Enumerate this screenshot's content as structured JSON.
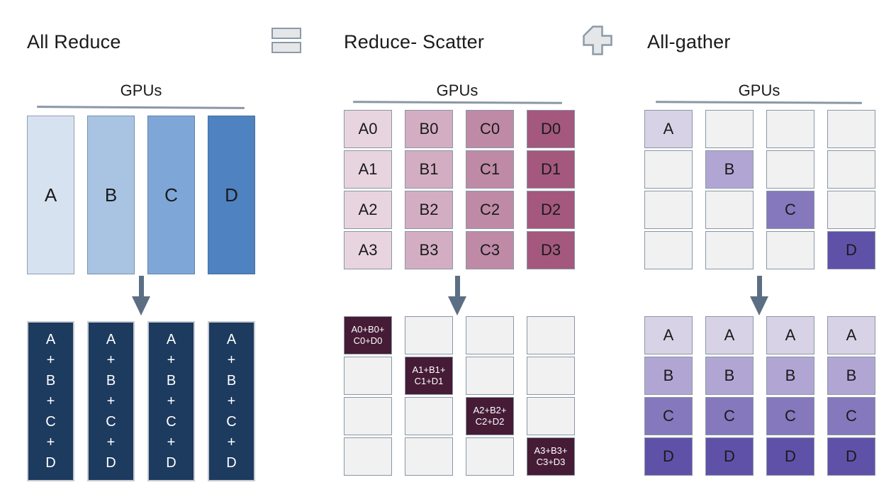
{
  "header": {
    "all_reduce": "All Reduce",
    "reduce_scatter": "Reduce- Scatter",
    "all_gather": "All-gather"
  },
  "colors": {
    "arrow": "#5c6e84",
    "operator_fill": "#e4e6e8",
    "operator_border": "#8c9aa8",
    "grid_border": "#8a97a5",
    "empty_cell": "#f1f1f2",
    "navy": "#1d3a5f",
    "maroon": "#451b36"
  },
  "panel1": {
    "gpus_label": "GPUs",
    "top_columns": [
      {
        "label": "A",
        "color": "#d7e2f0"
      },
      {
        "label": "B",
        "color": "#a9c4e3"
      },
      {
        "label": "C",
        "color": "#7ea7d8"
      },
      {
        "label": "D",
        "color": "#4e82c0"
      }
    ],
    "sum_text": "A\n+\nB\n+\nC\n+\nD"
  },
  "panel2": {
    "gpus_label": "GPUs",
    "top_columns": [
      {
        "color": "#e8d4de",
        "cells": [
          "A0",
          "A1",
          "A2",
          "A3"
        ]
      },
      {
        "color": "#d3aec2",
        "cells": [
          "B0",
          "B1",
          "B2",
          "B3"
        ]
      },
      {
        "color": "#bf8aa6",
        "cells": [
          "C0",
          "C1",
          "C2",
          "C3"
        ]
      },
      {
        "color": "#a4587e",
        "cells": [
          "D0",
          "D1",
          "D2",
          "D3"
        ]
      }
    ],
    "bottom_diagonal": [
      "A0+B0+\nC0+D0",
      "A1+B1+\nC1+D1",
      "A2+B2+\nC2+D2",
      "A3+B3+\nC3+D3"
    ]
  },
  "panel3": {
    "gpus_label": "GPUs",
    "top_diagonal": [
      {
        "label": "A",
        "color": "#d8d2e6"
      },
      {
        "label": "B",
        "color": "#b1a6d3"
      },
      {
        "label": "C",
        "color": "#8578bc"
      },
      {
        "label": "D",
        "color": "#6051a8"
      }
    ],
    "bottom_rows": [
      {
        "label": "A",
        "color": "#d8d2e6"
      },
      {
        "label": "B",
        "color": "#b1a6d3"
      },
      {
        "label": "C",
        "color": "#8578bc"
      },
      {
        "label": "D",
        "color": "#6051a8"
      }
    ]
  }
}
